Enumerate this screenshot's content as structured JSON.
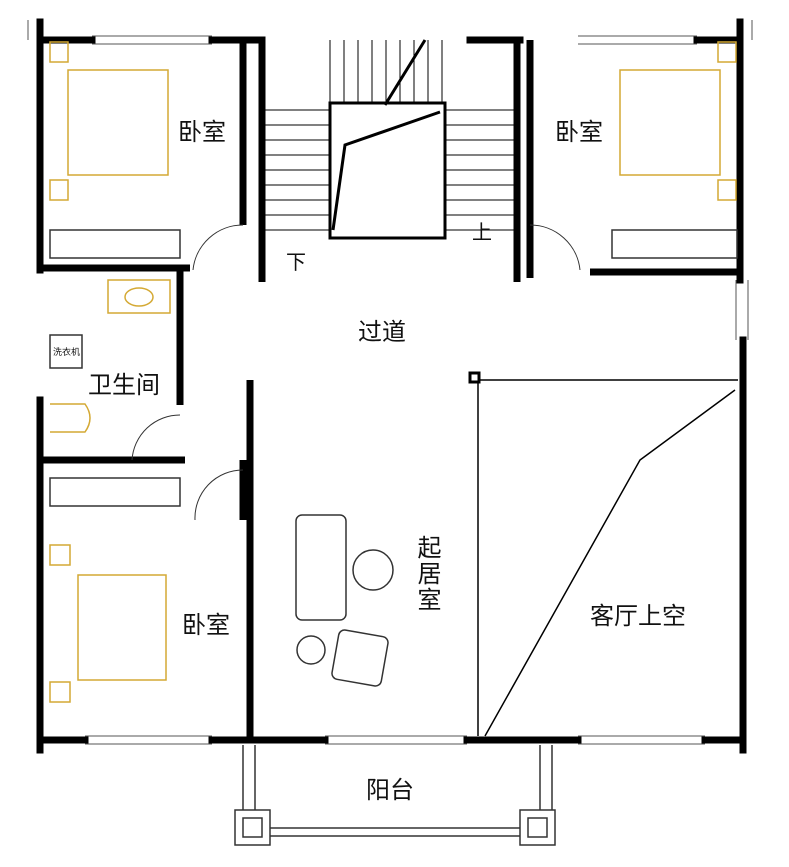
{
  "rooms": {
    "bedroom_top_left": "卧室",
    "bedroom_top_right": "卧室",
    "bedroom_bottom_left": "卧室",
    "corridor": "过道",
    "bathroom": "卫生间",
    "washing_machine": "洗衣机",
    "living_room": "起居室",
    "void_above_hall": "客厅上空",
    "balcony": "阳台"
  },
  "stairs": {
    "down": "下",
    "up": "上"
  },
  "colors": {
    "wall": "#000000",
    "furniture": "#d4a934",
    "line": "#333333"
  }
}
